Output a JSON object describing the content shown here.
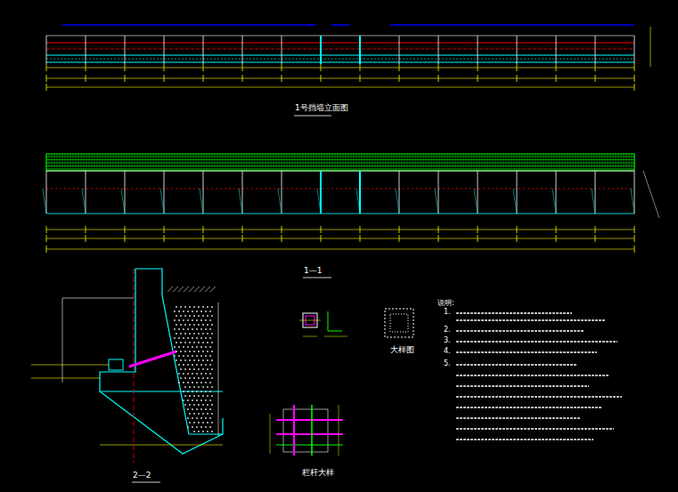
{
  "diagram": {
    "labels": [
      "1号挡墙立面图",
      "1—1",
      "2—2",
      "大样图",
      "栏杆大样",
      "说明:",
      "1.",
      "2.",
      "3.",
      "4.",
      "5."
    ]
  }
}
